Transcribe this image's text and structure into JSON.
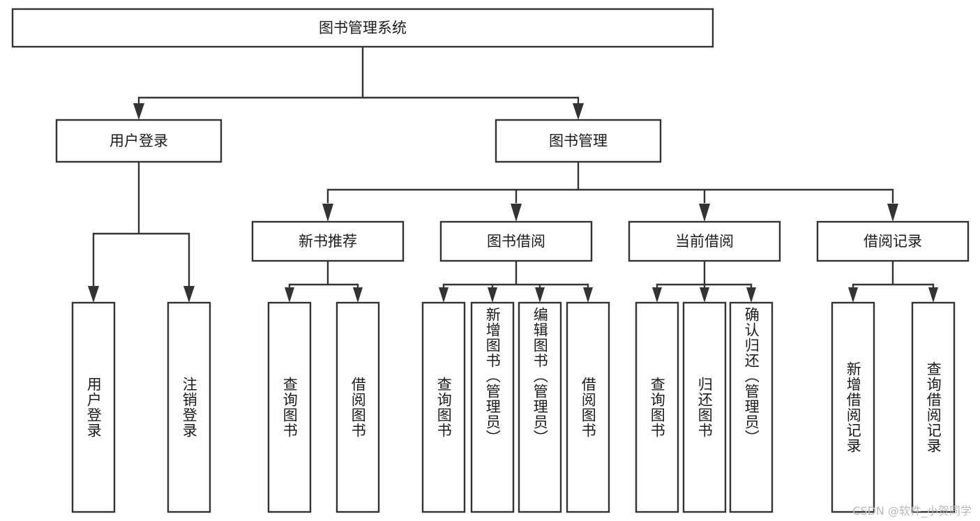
{
  "diagram": {
    "type": "tree",
    "title": "图书管理系统",
    "orientation": "top-down",
    "colors": {
      "box_stroke": "#333333",
      "box_fill": "#ffffff",
      "text": "#1b1b1b",
      "background": "#ffffff",
      "watermark": "#b9b9b9"
    },
    "levels": {
      "level1": [
        "图书管理系统"
      ],
      "level2": [
        "用户登录",
        "图书管理"
      ],
      "level3": [
        "新书推荐",
        "图书借阅",
        "当前借阅",
        "借阅记录"
      ],
      "level4": [
        "用户登录",
        "注销登录",
        "查询图书",
        "借阅图书",
        "查询图书",
        "新增图书（管理员）",
        "编辑图书（管理员）",
        "借阅图书",
        "查询图书",
        "归还图书",
        "确认归还（管理员）",
        "新增借阅记录",
        "查询借阅记录"
      ]
    },
    "nodes": {
      "root": {
        "label": "图书管理系统"
      },
      "user_login": {
        "label": "用户登录"
      },
      "book_manage": {
        "label": "图书管理"
      },
      "new_book_rec": {
        "label": "新书推荐"
      },
      "book_borrow": {
        "label": "图书借阅"
      },
      "current_borrow": {
        "label": "当前借阅"
      },
      "borrow_record": {
        "label": "借阅记录"
      },
      "leaf_user_login": {
        "label": "用户登录"
      },
      "leaf_logout": {
        "label": "注销登录"
      },
      "leaf_query_book_1": {
        "label": "查询图书"
      },
      "leaf_borrow_book_1": {
        "label": "借阅图书"
      },
      "leaf_query_book_2": {
        "label": "查询图书"
      },
      "leaf_add_book_admin": {
        "label": "新增图书（管理员）"
      },
      "leaf_edit_book_admin": {
        "label": "编辑图书（管理员）"
      },
      "leaf_borrow_book_2": {
        "label": "借阅图书"
      },
      "leaf_query_book_3": {
        "label": "查询图书"
      },
      "leaf_return_book": {
        "label": "归还图书"
      },
      "leaf_confirm_return_admin": {
        "label": "确认归还（管理员）"
      },
      "leaf_add_borrow_record": {
        "label": "新增借阅记录"
      },
      "leaf_query_borrow_record": {
        "label": "查询借阅记录"
      }
    },
    "edges": [
      {
        "from": "root",
        "to": "user_login"
      },
      {
        "from": "root",
        "to": "book_manage"
      },
      {
        "from": "user_login",
        "to": "leaf_user_login"
      },
      {
        "from": "user_login",
        "to": "leaf_logout"
      },
      {
        "from": "book_manage",
        "to": "new_book_rec"
      },
      {
        "from": "book_manage",
        "to": "book_borrow"
      },
      {
        "from": "book_manage",
        "to": "current_borrow"
      },
      {
        "from": "book_manage",
        "to": "borrow_record"
      },
      {
        "from": "new_book_rec",
        "to": "leaf_query_book_1"
      },
      {
        "from": "new_book_rec",
        "to": "leaf_borrow_book_1"
      },
      {
        "from": "book_borrow",
        "to": "leaf_query_book_2"
      },
      {
        "from": "book_borrow",
        "to": "leaf_add_book_admin"
      },
      {
        "from": "book_borrow",
        "to": "leaf_edit_book_admin"
      },
      {
        "from": "book_borrow",
        "to": "leaf_borrow_book_2"
      },
      {
        "from": "current_borrow",
        "to": "leaf_query_book_3"
      },
      {
        "from": "current_borrow",
        "to": "leaf_return_book"
      },
      {
        "from": "current_borrow",
        "to": "leaf_confirm_return_admin"
      },
      {
        "from": "borrow_record",
        "to": "leaf_add_borrow_record"
      },
      {
        "from": "borrow_record",
        "to": "leaf_query_borrow_record"
      }
    ]
  },
  "watermark": {
    "text": "CSDN @软件_小贺同学"
  }
}
